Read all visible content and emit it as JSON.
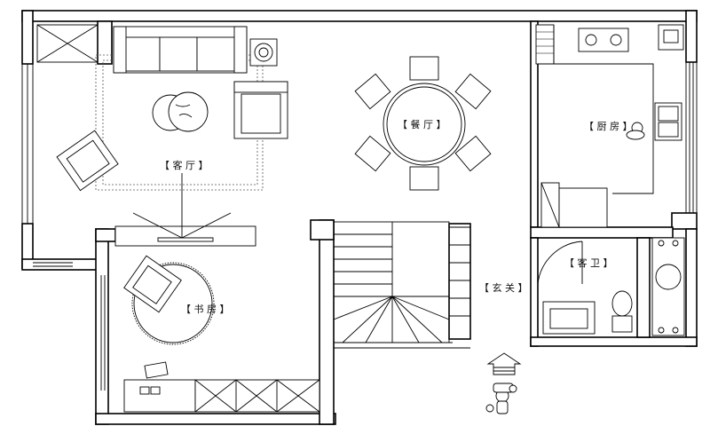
{
  "rooms": {
    "living": "【 客 厅 】",
    "dining": "【 餐 厅 】",
    "kitchen": "【 厨 房 】",
    "guest_bath": "【 客 卫 】",
    "study": "【 书 房 】",
    "entrance": "【 玄 关 】"
  }
}
